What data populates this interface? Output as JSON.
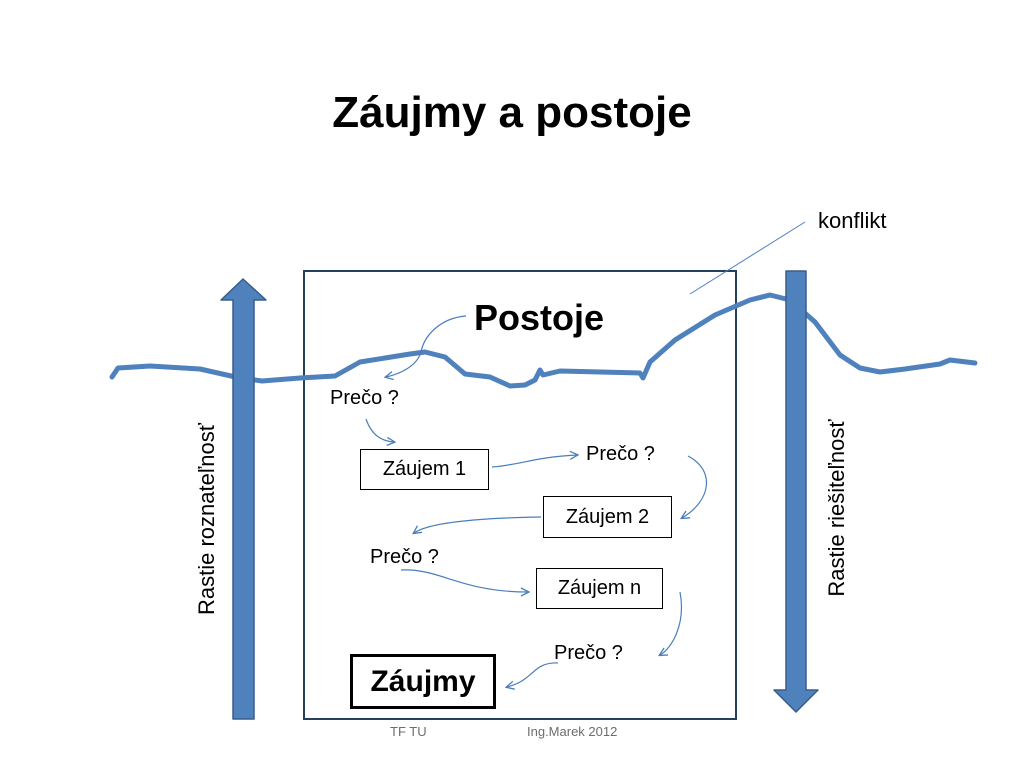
{
  "slide": {
    "title": "Záujmy a postoje",
    "conflict_label": "konflikt",
    "postoje_label": "Postoje",
    "left_arrow_label": "Rastie roznateľnosť",
    "right_arrow_label": "Rastie riešiteľnosť",
    "questions": [
      "Prečo ?",
      "Prečo ?",
      "Prečo ?",
      "Prečo ?"
    ],
    "interests": [
      "Záujem 1",
      "Záujem 2",
      "Záujem n"
    ],
    "result_label": "Záujmy",
    "footer": {
      "left": "TF TU",
      "right": "Ing.Marek 2012"
    }
  },
  "colors": {
    "arrow_fill": "#4f81bd",
    "arrow_stroke": "#385d8a",
    "wave": "#4f81bd",
    "frame": "#243f60",
    "connector": "#4a7ebb",
    "footer_text": "#6d6d6d"
  }
}
